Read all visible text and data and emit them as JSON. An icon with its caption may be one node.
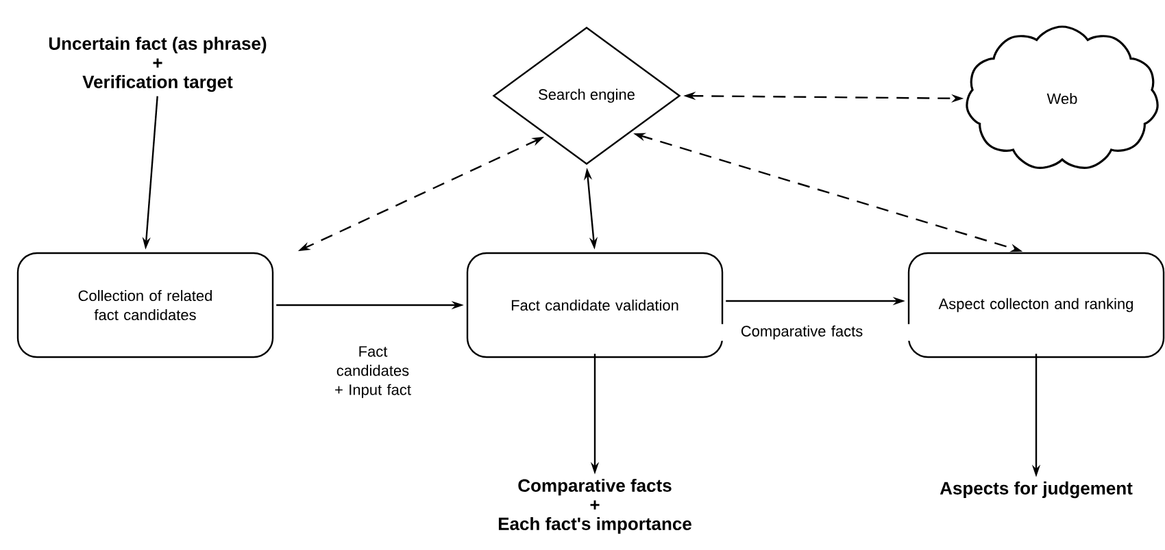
{
  "diagram": {
    "nodes": [
      {
        "text": [
          "Uncertain fact (as phrase)",
          "+",
          "Verification target"
        ]
      },
      {
        "text": [
          "Search engine"
        ]
      },
      {
        "text": [
          "Web"
        ]
      },
      {
        "text": [
          "Collection of related fact candidates"
        ]
      },
      {
        "text": [
          "Fact candidate validation"
        ]
      },
      {
        "text": [
          "Aspect collecton and ranking"
        ]
      },
      {
        "text": [
          "Comparative facts",
          "+",
          "Each fact's importance"
        ]
      },
      {
        "text": [
          "Aspects for judgement"
        ]
      }
    ],
    "edges": [
      {
        "from": 0,
        "to": 3,
        "arrow": "to"
      },
      {
        "from": 1,
        "to": 2,
        "arrow": "both",
        "style": "dashed"
      },
      {
        "from": 1,
        "to": 3,
        "arrow": "both",
        "style": "dashed"
      },
      {
        "from": 1,
        "to": 4,
        "arrow": "both"
      },
      {
        "from": 1,
        "to": 5,
        "arrow": "both",
        "style": "dashed"
      },
      {
        "from": 3,
        "to": 4,
        "arrow": "to",
        "label": "Fact candidates + Input fact"
      },
      {
        "from": 4,
        "to": 5,
        "arrow": "to",
        "label": "Comparative facts"
      },
      {
        "from": 4,
        "to": 6,
        "arrow": "to"
      },
      {
        "from": 5,
        "to": 7,
        "arrow": "to"
      }
    ]
  }
}
